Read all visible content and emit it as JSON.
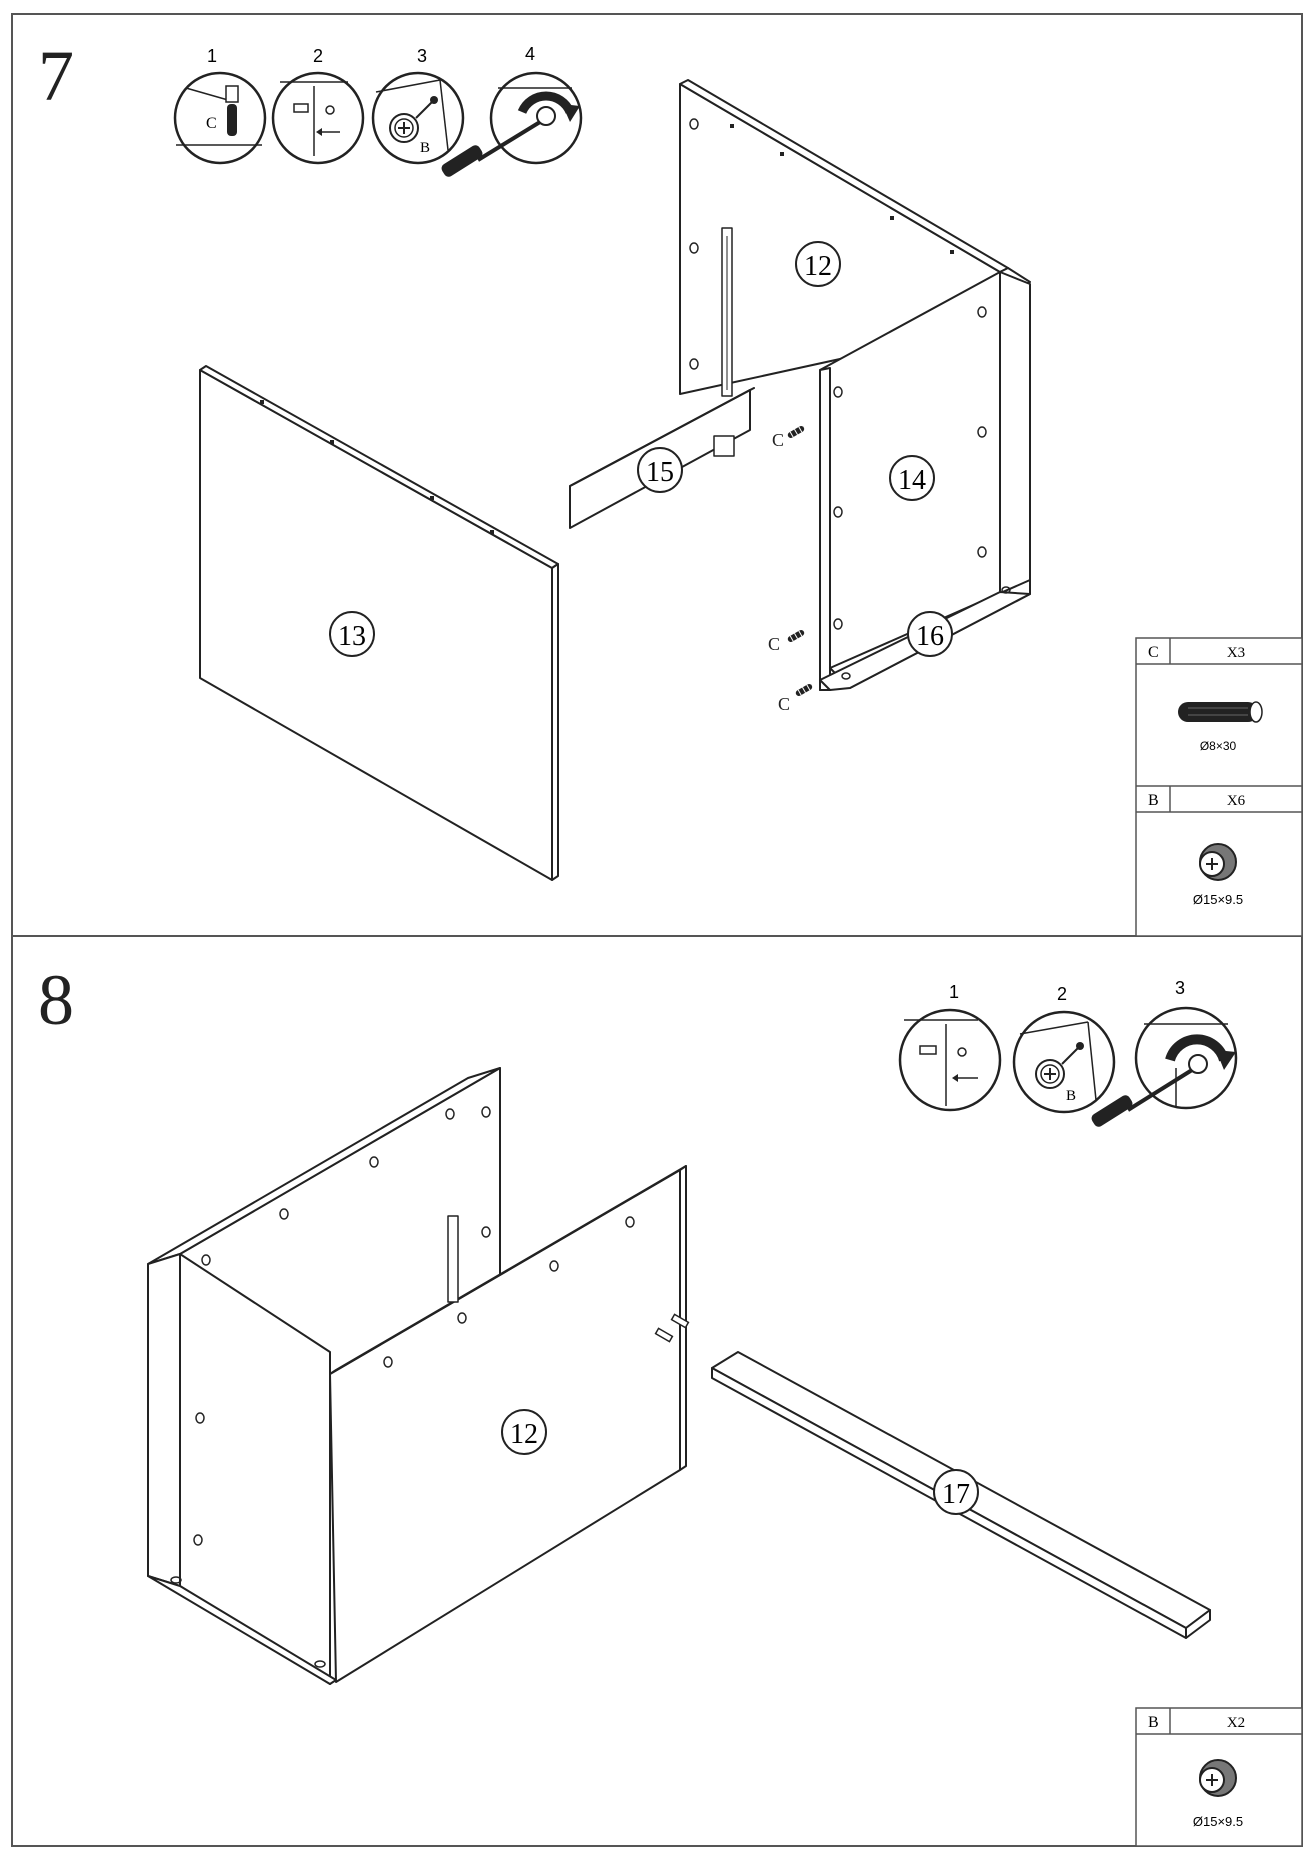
{
  "steps": [
    {
      "number": "7",
      "sub_steps": [
        "1",
        "2",
        "3",
        "4"
      ],
      "parts": [
        "12",
        "13",
        "14",
        "15",
        "16"
      ],
      "dowel_label": "C",
      "cam_label": "B",
      "hardware": [
        {
          "code": "C",
          "qty": "X3",
          "spec": "Ø8×30",
          "icon": "dowel-icon"
        },
        {
          "code": "B",
          "qty": "X6",
          "spec": "Ø15×9.5",
          "icon": "cam-lock-icon"
        }
      ]
    },
    {
      "number": "8",
      "sub_steps": [
        "1",
        "2",
        "3"
      ],
      "parts": [
        "12",
        "17"
      ],
      "cam_label": "B",
      "hardware": [
        {
          "code": "B",
          "qty": "X2",
          "spec": "Ø15×9.5",
          "icon": "cam-lock-icon"
        }
      ]
    }
  ],
  "colors": {
    "line": "#222222",
    "panel": "#ffffff",
    "frame": "#555555"
  }
}
